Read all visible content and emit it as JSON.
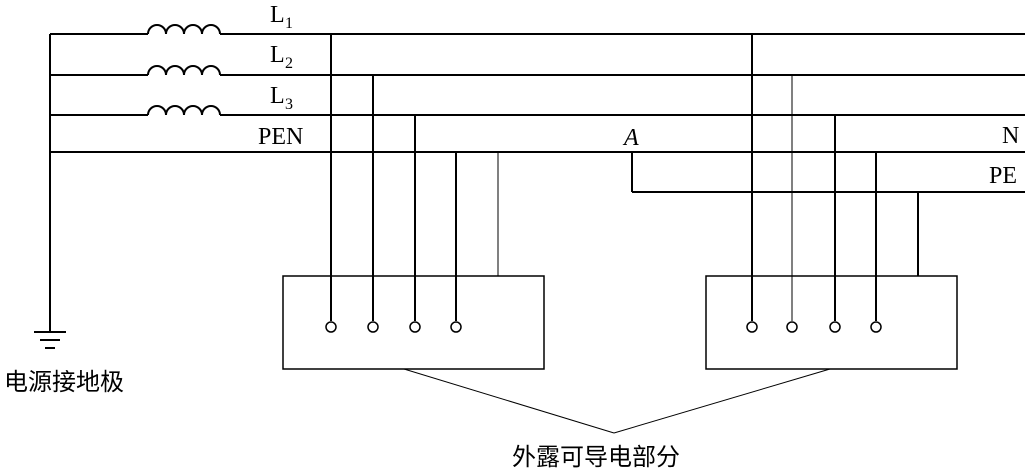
{
  "labels": {
    "l1": "L",
    "l1_sub": "1",
    "l2": "L",
    "l2_sub": "2",
    "l3": "L",
    "l3_sub": "3",
    "pen": "PEN",
    "point_a": "A",
    "n": "N",
    "pe": "PE",
    "source_ground": "电源接地极",
    "exposed_parts": "外露可导电部分"
  }
}
